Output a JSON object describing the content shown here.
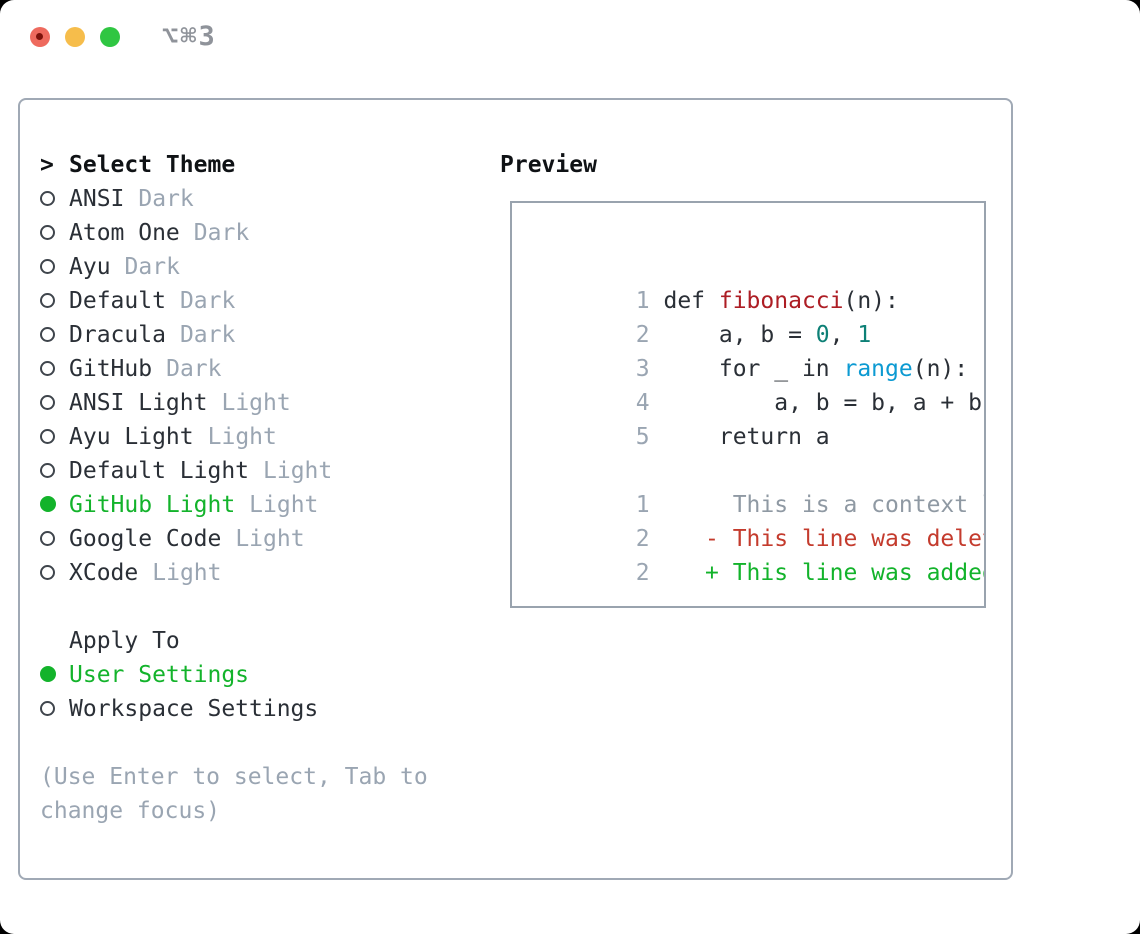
{
  "window": {
    "title": "⌥⌘3"
  },
  "colors": {
    "selected_green": "#13b32b",
    "deleted_red": "#c43b2d",
    "function_red": "#ad1d24",
    "number_teal": "#0d8076",
    "builtin_blue": "#0c9ad2",
    "muted_gray": "#9aa5b2",
    "text_dark": "#2a2f36",
    "panel_border": "#a0a9b5",
    "traffic_red": "#ee6a5e",
    "traffic_yellow": "#f6bd4b",
    "traffic_green": "#2fc642"
  },
  "theme_picker": {
    "prompt": ">",
    "title": "Select Theme",
    "items": [
      {
        "name": "ANSI",
        "variant": "Dark",
        "selected": false
      },
      {
        "name": "Atom One",
        "variant": "Dark",
        "selected": false
      },
      {
        "name": "Ayu",
        "variant": "Dark",
        "selected": false
      },
      {
        "name": "Default",
        "variant": "Dark",
        "selected": false
      },
      {
        "name": "Dracula",
        "variant": "Dark",
        "selected": false
      },
      {
        "name": "GitHub",
        "variant": "Dark",
        "selected": false
      },
      {
        "name": "ANSI Light",
        "variant": "Light",
        "selected": false
      },
      {
        "name": "Ayu Light",
        "variant": "Light",
        "selected": false
      },
      {
        "name": "Default Light",
        "variant": "Light",
        "selected": false
      },
      {
        "name": "GitHub Light",
        "variant": "Light",
        "selected": true
      },
      {
        "name": "Google Code",
        "variant": "Light",
        "selected": false
      },
      {
        "name": "XCode",
        "variant": "Light",
        "selected": false
      }
    ]
  },
  "apply_to": {
    "title": "Apply To",
    "options": [
      {
        "name": "User Settings",
        "selected": true
      },
      {
        "name": "Workspace Settings",
        "selected": false
      }
    ]
  },
  "hint_lines": [
    "(Use Enter to select, Tab to",
    "change focus)"
  ],
  "preview": {
    "title": "Preview",
    "code_lines": [
      {
        "num": "1",
        "segments": [
          {
            "cls": "plain",
            "text": "def "
          },
          {
            "cls": "function",
            "text": "fibonacci"
          },
          {
            "cls": "plain",
            "text": "(n):"
          }
        ]
      },
      {
        "num": "2",
        "segments": [
          {
            "cls": "plain",
            "text": "    a, b = "
          },
          {
            "cls": "number",
            "text": "0"
          },
          {
            "cls": "plain",
            "text": ", "
          },
          {
            "cls": "number",
            "text": "1"
          }
        ]
      },
      {
        "num": "3",
        "segments": [
          {
            "cls": "plain",
            "text": "    for _ in "
          },
          {
            "cls": "builtin",
            "text": "range"
          },
          {
            "cls": "plain",
            "text": "(n):"
          }
        ]
      },
      {
        "num": "4",
        "segments": [
          {
            "cls": "plain",
            "text": "        a, b = b, a + b"
          }
        ]
      },
      {
        "num": "5",
        "segments": [
          {
            "cls": "plain",
            "text": "    return a"
          }
        ]
      }
    ],
    "diff_lines": [
      {
        "num": "1",
        "cls": "context",
        "text": "     This is a context line."
      },
      {
        "num": "2",
        "cls": "deleted",
        "text": "   - This line was deleted."
      },
      {
        "num": "2",
        "cls": "added",
        "text": "   + This line was added."
      }
    ]
  }
}
